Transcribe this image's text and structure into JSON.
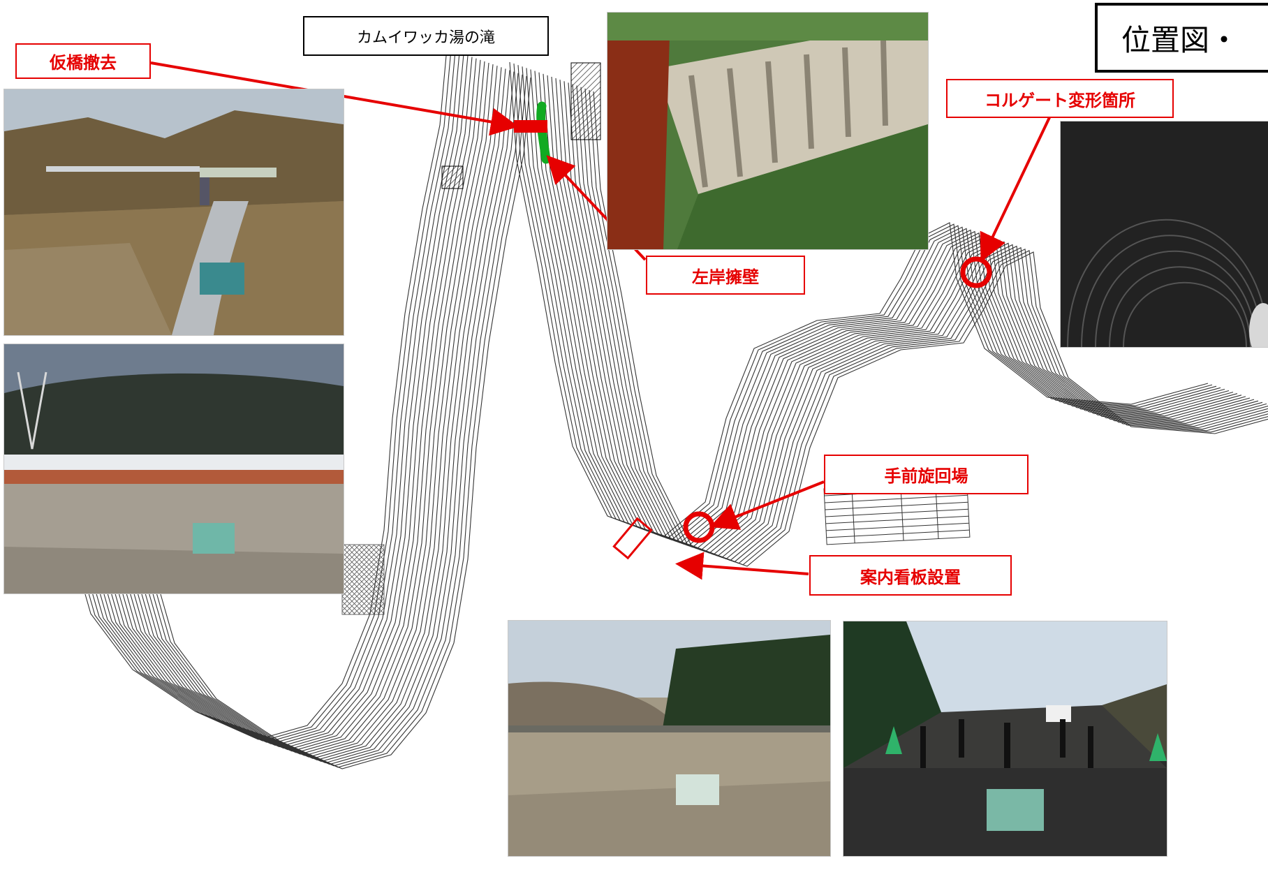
{
  "heading": "位置図・",
  "place_label": "カムイワッカ湯の滝",
  "callouts": {
    "bridge_removal": "仮橋撤去",
    "left_bank_wall": "左岸擁壁",
    "culvert_deformation": "コルゲート変形箇所",
    "front_turnaround": "手前旋回場",
    "guide_sign": "案内看板設置"
  },
  "colors": {
    "callout_red": "#e60000",
    "wall_green": "#11aa22",
    "contour": "#333333"
  },
  "photos": [
    {
      "id": "valley-bridge",
      "icon": "photo-river-valley"
    },
    {
      "id": "parking-guardrail",
      "icon": "photo-gravel-lot"
    },
    {
      "id": "retaining-wall",
      "icon": "photo-retaining-wall"
    },
    {
      "id": "culvert-interior",
      "icon": "photo-corrugated-culvert"
    },
    {
      "id": "turnaround-lot",
      "icon": "photo-gravel-lot"
    },
    {
      "id": "bollard-lot",
      "icon": "photo-bollards"
    }
  ]
}
